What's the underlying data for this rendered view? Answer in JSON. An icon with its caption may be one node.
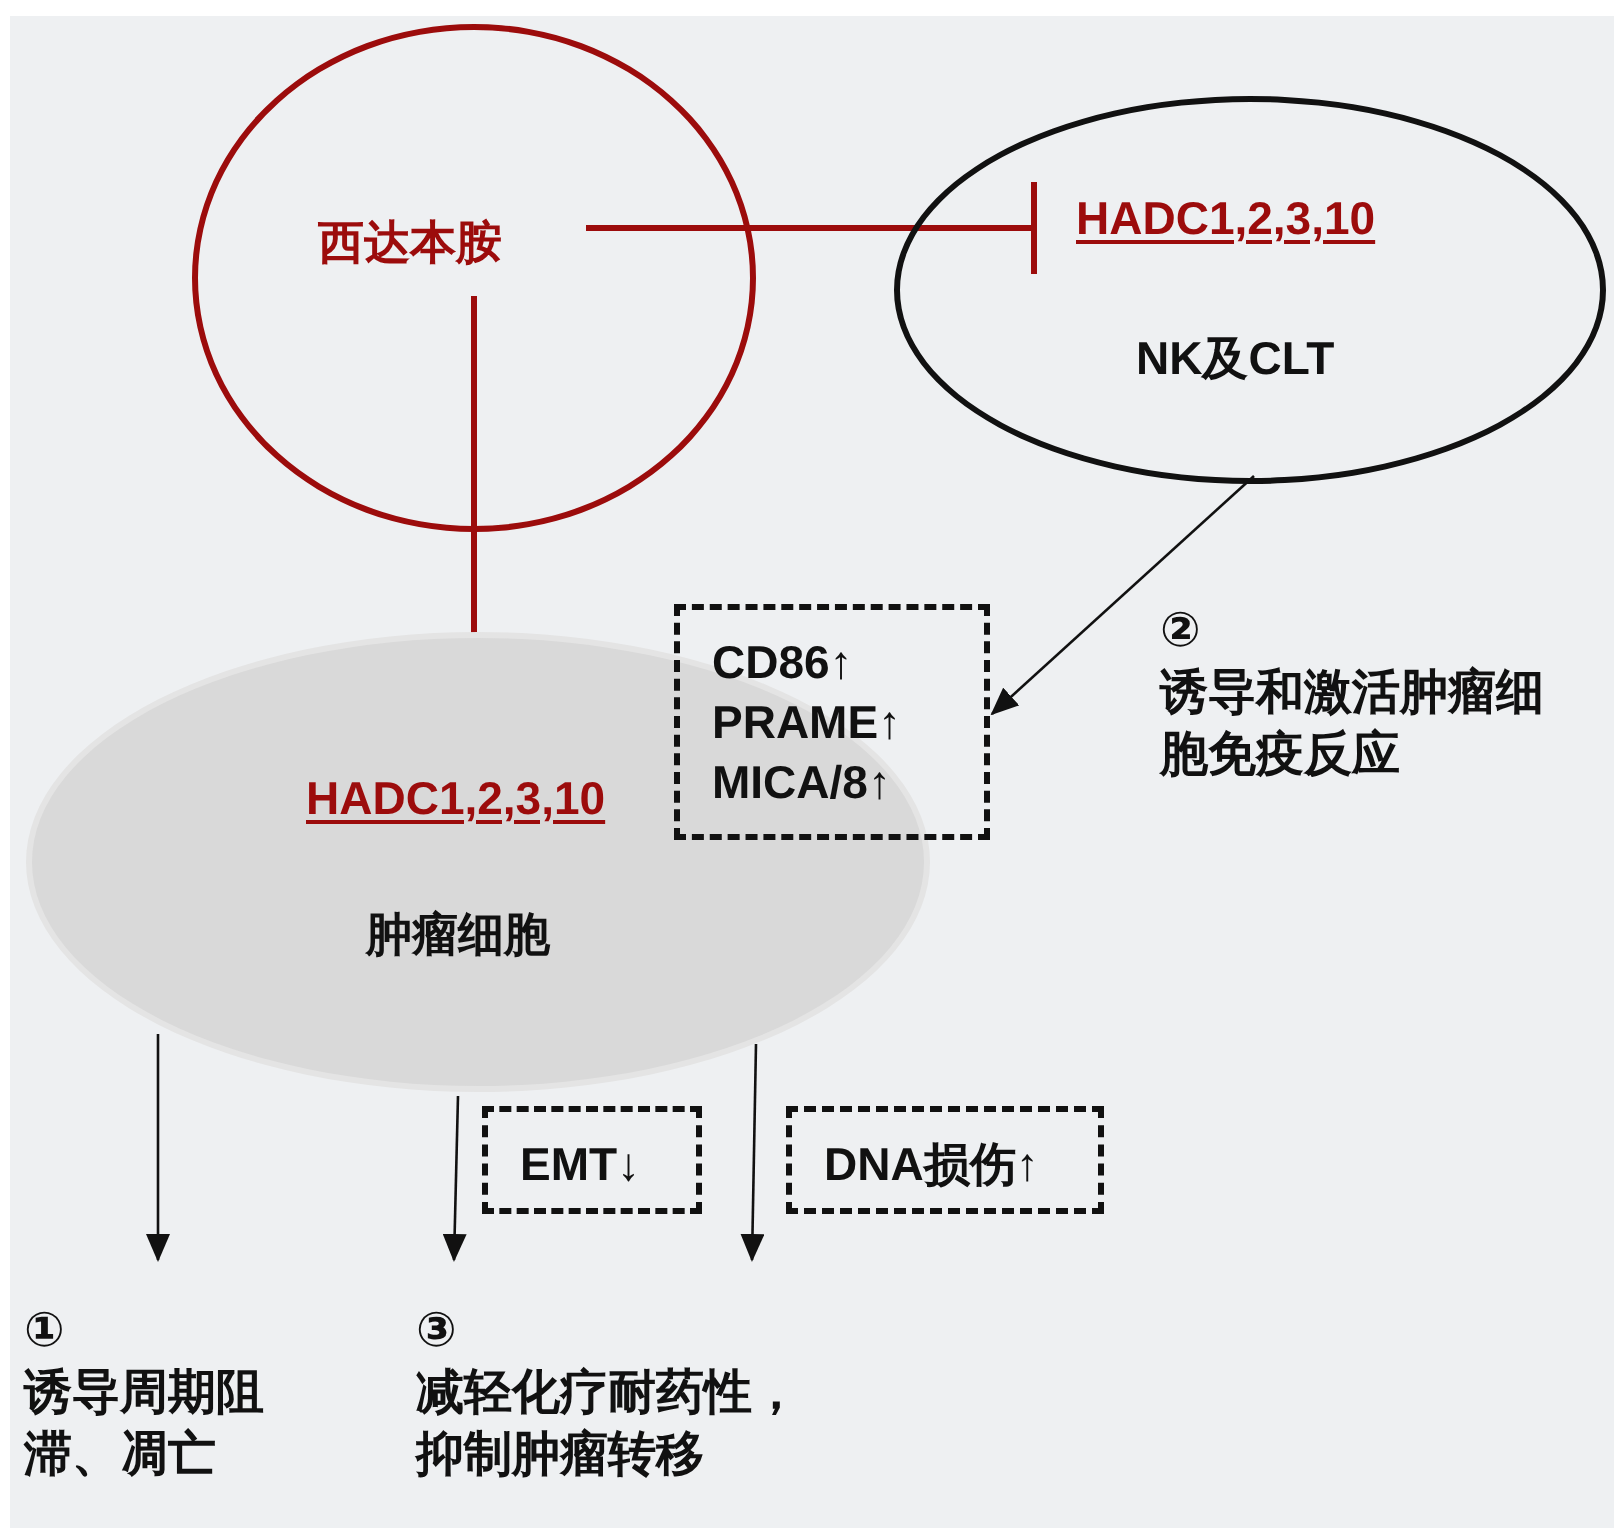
{
  "diagram": {
    "nodes": [
      {
        "text": [
          "西达本胺"
        ]
      },
      {
        "text": [
          "HADC1,2,3,10",
          "NK及CLT"
        ]
      },
      {
        "text": [
          "HADC1,2,3,10",
          "肿瘤细胞"
        ]
      },
      {
        "text": [
          "CD86↑",
          "PRAME↑",
          "MICA/8↑"
        ]
      },
      {
        "text": [
          "①",
          "诱导周期阻滞、凋亡"
        ]
      },
      {
        "text": [
          "③",
          "减轻化疗耐药性，抑制肿瘤转移"
        ]
      },
      {
        "text": [
          "EMT↓"
        ]
      },
      {
        "text": [
          "DNA损伤↑"
        ]
      }
    ],
    "edges": [
      {
        "from": 0,
        "to": 1,
        "arrow": "other",
        "style": "thick",
        "color": "#9c0c0c"
      },
      {
        "from": 0,
        "to": 2,
        "arrow": "other",
        "style": "thick",
        "color": "#9c0c0c"
      },
      {
        "from": 1,
        "to": 3,
        "arrow": "to"
      },
      {
        "from": 2,
        "to": 4,
        "arrow": "to"
      },
      {
        "from": 2,
        "to": 5,
        "arrow": "to"
      },
      {
        "from": 2,
        "to": 5,
        "arrow": "to"
      }
    ],
    "labels": [
      "②",
      "诱导和激活肿瘤细胞免疫反应"
    ]
  }
}
